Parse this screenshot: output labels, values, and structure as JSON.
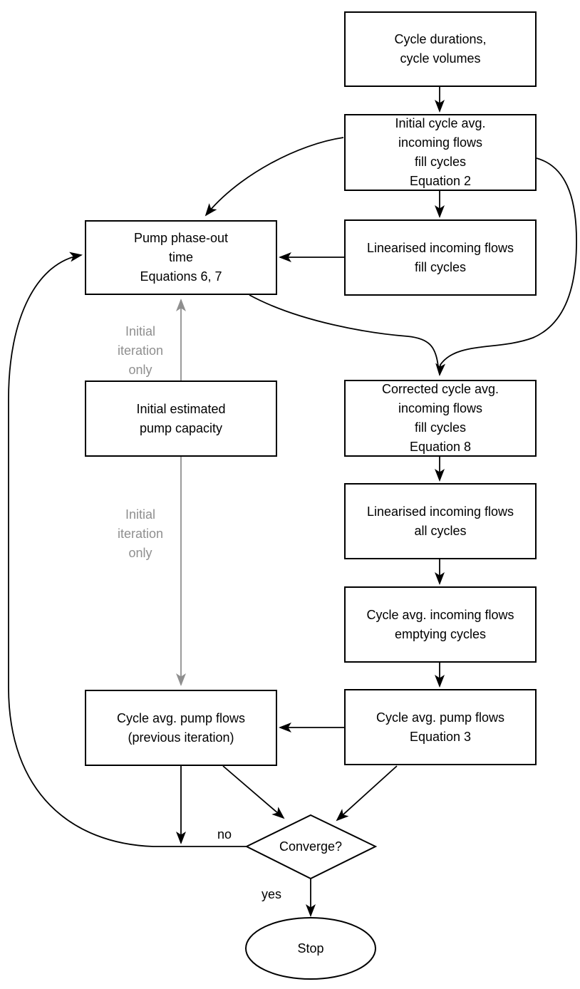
{
  "flowchart": {
    "type": "flowchart",
    "colors": {
      "line": "#000000",
      "muted_gray": "#8f8f8f",
      "background": "#ffffff"
    },
    "nodes": {
      "cycle_durations": {
        "shape": "rect",
        "lines": [
          "Cycle durations,",
          "cycle volumes"
        ]
      },
      "initial_cycle_avg": {
        "shape": "rect",
        "lines": [
          "Initial cycle avg.",
          "incoming flows",
          "fill cycles",
          "Equation 2"
        ]
      },
      "linearised_fill": {
        "shape": "rect",
        "lines": [
          "Linearised incoming flows",
          "fill cycles"
        ]
      },
      "pump_phase_out": {
        "shape": "rect",
        "lines": [
          "Pump phase-out",
          "time",
          "Equations 6, 7"
        ]
      },
      "initial_estimated": {
        "shape": "rect",
        "lines": [
          "Initial estimated",
          "pump capacity"
        ]
      },
      "corrected": {
        "shape": "rect",
        "lines": [
          "Corrected cycle avg.",
          "incoming flows",
          "fill cycles",
          "Equation 8"
        ]
      },
      "linearised_all": {
        "shape": "rect",
        "lines": [
          "Linearised incoming flows",
          "all cycles"
        ]
      },
      "emptying": {
        "shape": "rect",
        "lines": [
          "Cycle avg. incoming flows",
          "emptying cycles"
        ]
      },
      "pump_flows_eq3": {
        "shape": "rect",
        "lines": [
          "Cycle avg. pump flows",
          "Equation 3"
        ]
      },
      "pump_flows_prev": {
        "shape": "rect",
        "lines": [
          "Cycle avg. pump flows",
          "(previous iteration)"
        ]
      },
      "converge": {
        "shape": "diamond",
        "label": "Converge?"
      },
      "stop": {
        "shape": "ellipse",
        "label": "Stop"
      }
    },
    "edge_labels": {
      "no": "no",
      "yes": "yes"
    },
    "annotations": {
      "initial_iteration_top": {
        "lines": [
          "Initial",
          "iteration",
          "only"
        ]
      },
      "initial_iteration_bottom": {
        "lines": [
          "Initial",
          "iteration",
          "only"
        ]
      }
    }
  }
}
